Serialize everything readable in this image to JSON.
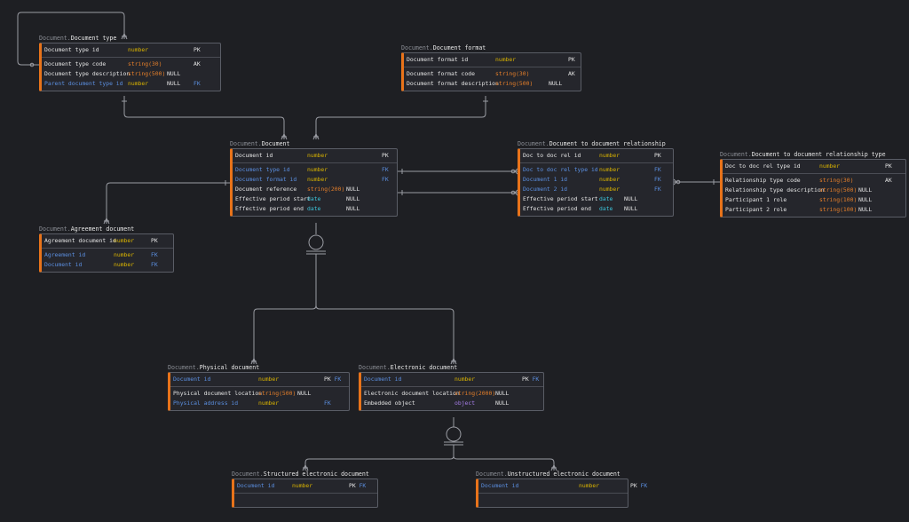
{
  "diagram": {
    "type": "entity-relationship",
    "namespace": "Document.",
    "colors": {
      "background": "#1e1f23",
      "entity_accent": "#e8731a",
      "type_number": "#d9b300",
      "type_string": "#e57f2a",
      "type_date": "#3bc3d9",
      "type_object": "#a57ce6",
      "foreign_key": "#5b8fe0",
      "connector": "#9a9ca3"
    }
  },
  "entities": {
    "document_type": {
      "namespace": "Document.",
      "name": "Document type",
      "pk": [
        {
          "name": "Document type id",
          "type": "number",
          "null": "",
          "key": "PK",
          "fk": false
        }
      ],
      "attrs": [
        {
          "name": "Document type code",
          "type": "string(30)",
          "null": "",
          "key": "AK",
          "fk": false
        },
        {
          "name": "Document type description",
          "type": "string(500)",
          "null": "NULL",
          "key": "",
          "fk": false
        },
        {
          "name": "Parent document type id",
          "type": "number",
          "null": "NULL",
          "key": "FK",
          "fk": true
        }
      ]
    },
    "document_format": {
      "namespace": "Document.",
      "name": "Document format",
      "pk": [
        {
          "name": "Document format id",
          "type": "number",
          "null": "",
          "key": "PK",
          "fk": false
        }
      ],
      "attrs": [
        {
          "name": "Document format code",
          "type": "string(30)",
          "null": "",
          "key": "AK",
          "fk": false
        },
        {
          "name": "Document format description",
          "type": "string(500)",
          "null": "NULL",
          "key": "",
          "fk": false
        }
      ]
    },
    "document": {
      "namespace": "Document.",
      "name": "Document",
      "pk": [
        {
          "name": "Document id",
          "type": "number",
          "null": "",
          "key": "PK",
          "fk": false
        }
      ],
      "attrs": [
        {
          "name": "Document type id",
          "type": "number",
          "null": "",
          "key": "FK",
          "fk": true
        },
        {
          "name": "Document format id",
          "type": "number",
          "null": "",
          "key": "FK",
          "fk": true
        },
        {
          "name": "Document reference",
          "type": "string(200)",
          "null": "NULL",
          "key": "",
          "fk": false
        },
        {
          "name": "Effective period start",
          "type": "date",
          "null": "NULL",
          "key": "",
          "fk": false
        },
        {
          "name": "Effective period end",
          "type": "date",
          "null": "NULL",
          "key": "",
          "fk": false
        }
      ]
    },
    "doc_to_doc_rel": {
      "namespace": "Document.",
      "name": "Document to document relationship",
      "pk": [
        {
          "name": "Doc to doc rel id",
          "type": "number",
          "null": "",
          "key": "PK",
          "fk": false
        }
      ],
      "attrs": [
        {
          "name": "Doc to doc rel type id",
          "type": "number",
          "null": "",
          "key": "FK",
          "fk": true
        },
        {
          "name": "Document 1 id",
          "type": "number",
          "null": "",
          "key": "FK",
          "fk": true
        },
        {
          "name": "Document 2 id",
          "type": "number",
          "null": "",
          "key": "FK",
          "fk": true
        },
        {
          "name": "Effective period start",
          "type": "date",
          "null": "NULL",
          "key": "",
          "fk": false
        },
        {
          "name": "Effective period end",
          "type": "date",
          "null": "NULL",
          "key": "",
          "fk": false
        }
      ]
    },
    "doc_to_doc_rel_type": {
      "namespace": "Document.",
      "name": "Document to document relationship type",
      "pk": [
        {
          "name": "Doc to doc rel type id",
          "type": "number",
          "null": "",
          "key": "PK",
          "fk": false
        }
      ],
      "attrs": [
        {
          "name": "Relationship type code",
          "type": "string(30)",
          "null": "",
          "key": "AK",
          "fk": false
        },
        {
          "name": "Relationship type description",
          "type": "string(500)",
          "null": "NULL",
          "key": "",
          "fk": false
        },
        {
          "name": "Participant 1 role",
          "type": "string(100)",
          "null": "NULL",
          "key": "",
          "fk": false
        },
        {
          "name": "Participant 2 role",
          "type": "string(100)",
          "null": "NULL",
          "key": "",
          "fk": false
        }
      ]
    },
    "agreement_document": {
      "namespace": "Document.",
      "name": "Agreement document",
      "pk": [
        {
          "name": "Agreement document id",
          "type": "number",
          "null": "",
          "key": "PK",
          "fk": false
        }
      ],
      "attrs": [
        {
          "name": "Agreement id",
          "type": "number",
          "null": "",
          "key": "FK",
          "fk": true
        },
        {
          "name": "Document id",
          "type": "number",
          "null": "",
          "key": "FK",
          "fk": true
        }
      ]
    },
    "physical_document": {
      "namespace": "Document.",
      "name": "Physical document",
      "pk": [
        {
          "name": "Document id",
          "type": "number",
          "null": "",
          "key": "PK",
          "key2": "FK",
          "fk": true
        }
      ],
      "attrs": [
        {
          "name": "Physical document location",
          "type": "string(500)",
          "null": "NULL",
          "key": "",
          "fk": false
        },
        {
          "name": "Physical address id",
          "type": "number",
          "null": "",
          "key": "FK",
          "fk": true
        }
      ]
    },
    "electronic_document": {
      "namespace": "Document.",
      "name": "Electronic document",
      "pk": [
        {
          "name": "Document id",
          "type": "number",
          "null": "",
          "key": "PK",
          "key2": "FK",
          "fk": true
        }
      ],
      "attrs": [
        {
          "name": "Electronic document location",
          "type": "string(2000)",
          "null": "NULL",
          "key": "",
          "fk": false
        },
        {
          "name": "Embedded object",
          "type": "object",
          "null": "NULL",
          "key": "",
          "fk": false
        }
      ]
    },
    "structured_electronic_document": {
      "namespace": "Document.",
      "name": "Structured electronic document",
      "pk": [
        {
          "name": "Document id",
          "type": "number",
          "null": "",
          "key": "PK",
          "key2": "FK",
          "fk": true
        }
      ],
      "attrs": []
    },
    "unstructured_electronic_document": {
      "namespace": "Document.",
      "name": "Unstructured electronic document",
      "pk": [
        {
          "name": "Document id",
          "type": "number",
          "null": "",
          "key": "PK",
          "key2": "FK",
          "fk": true
        }
      ],
      "attrs": []
    }
  },
  "relationships": [
    {
      "from": "document_type",
      "to": "document_type",
      "label": "parent (self-reference)",
      "from_card": "one-optional",
      "to_card": "many"
    },
    {
      "from": "document_type",
      "to": "document",
      "from_card": "one",
      "to_card": "many"
    },
    {
      "from": "document_format",
      "to": "document",
      "from_card": "one",
      "to_card": "many"
    },
    {
      "from": "document",
      "to": "agreement_document",
      "from_card": "one",
      "to_card": "many"
    },
    {
      "from": "document",
      "to": "doc_to_doc_rel",
      "label": "Document 1 id",
      "from_card": "one",
      "to_card": "zero-or-many"
    },
    {
      "from": "document",
      "to": "doc_to_doc_rel",
      "label": "Document 2 id",
      "from_card": "one",
      "to_card": "zero-or-many"
    },
    {
      "from": "doc_to_doc_rel_type",
      "to": "doc_to_doc_rel",
      "from_card": "one",
      "to_card": "zero-or-many"
    },
    {
      "from": "document",
      "to": [
        "physical_document",
        "electronic_document"
      ],
      "kind": "subtype"
    },
    {
      "from": "electronic_document",
      "to": [
        "structured_electronic_document",
        "unstructured_electronic_document"
      ],
      "kind": "subtype"
    }
  ]
}
